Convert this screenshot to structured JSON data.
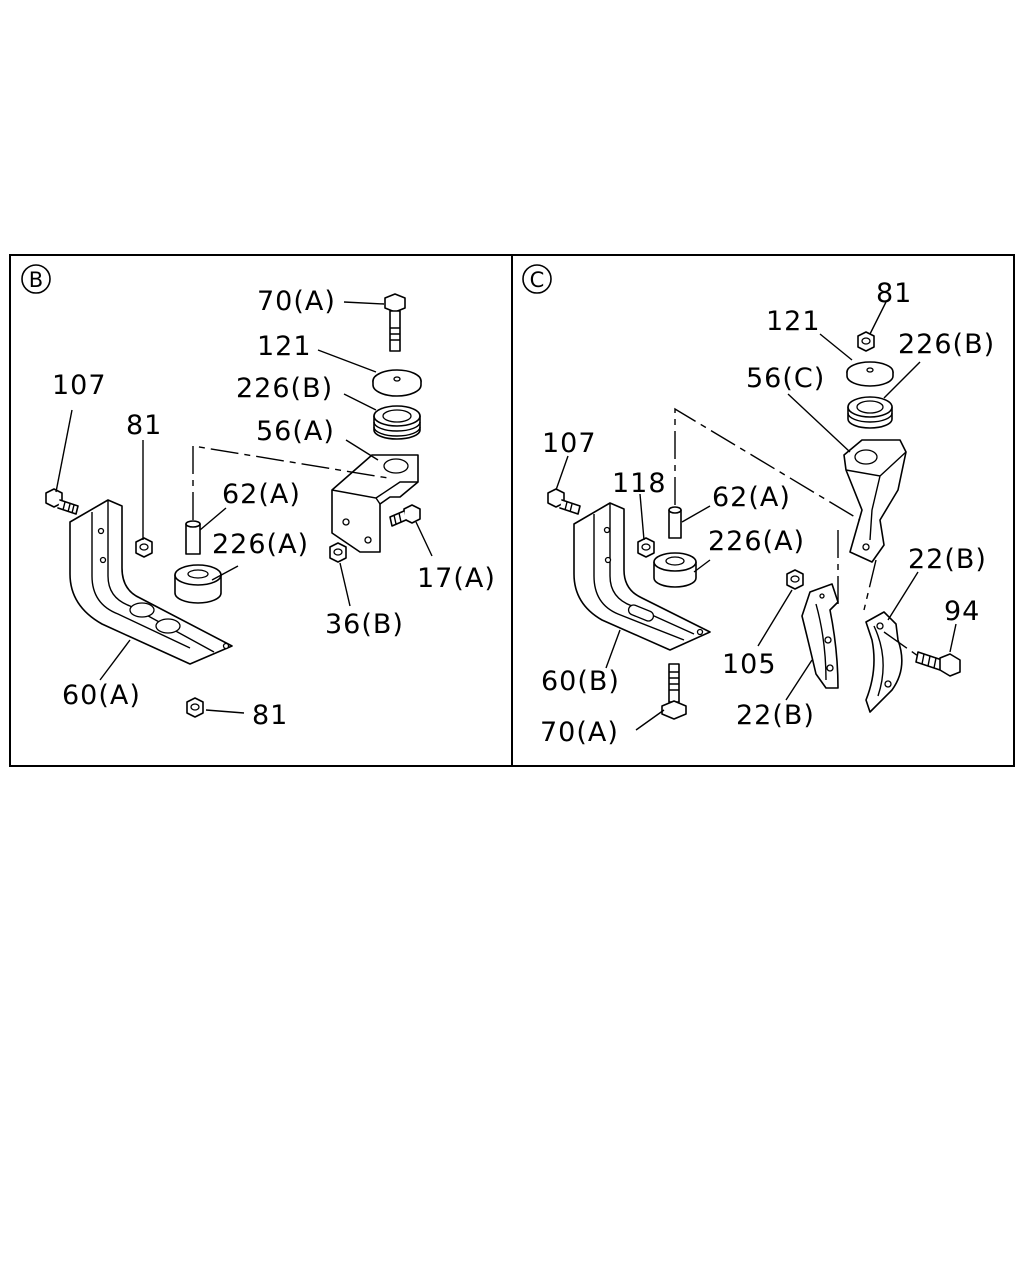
{
  "panels": [
    {
      "id": "B",
      "marker": "B",
      "labels": {
        "bolt_70": "70(A)",
        "washer_121": "121",
        "cushion_226b": "226(B)",
        "bracket_56": "56(A)",
        "bolt_107": "107",
        "nut_81_top": "81",
        "collar_62": "62(A)",
        "cushion_226a": "226(A)",
        "bolt_17": "17(A)",
        "nut_36": "36(B)",
        "bracket_60": "60(A)",
        "nut_81_bottom": "81"
      }
    },
    {
      "id": "C",
      "marker": "C",
      "labels": {
        "nut_81": "81",
        "washer_121": "121",
        "cushion_226b": "226(B)",
        "bracket_56": "56(C)",
        "bolt_107": "107",
        "nut_118": "118",
        "collar_62": "62(A)",
        "cushion_226a": "226(A)",
        "clamp_22_upper": "22(B)",
        "bolt_94": "94",
        "nut_105": "105",
        "bracket_60": "60(B)",
        "clamp_22_lower": "22(B)",
        "bolt_70": "70(A)"
      }
    }
  ]
}
